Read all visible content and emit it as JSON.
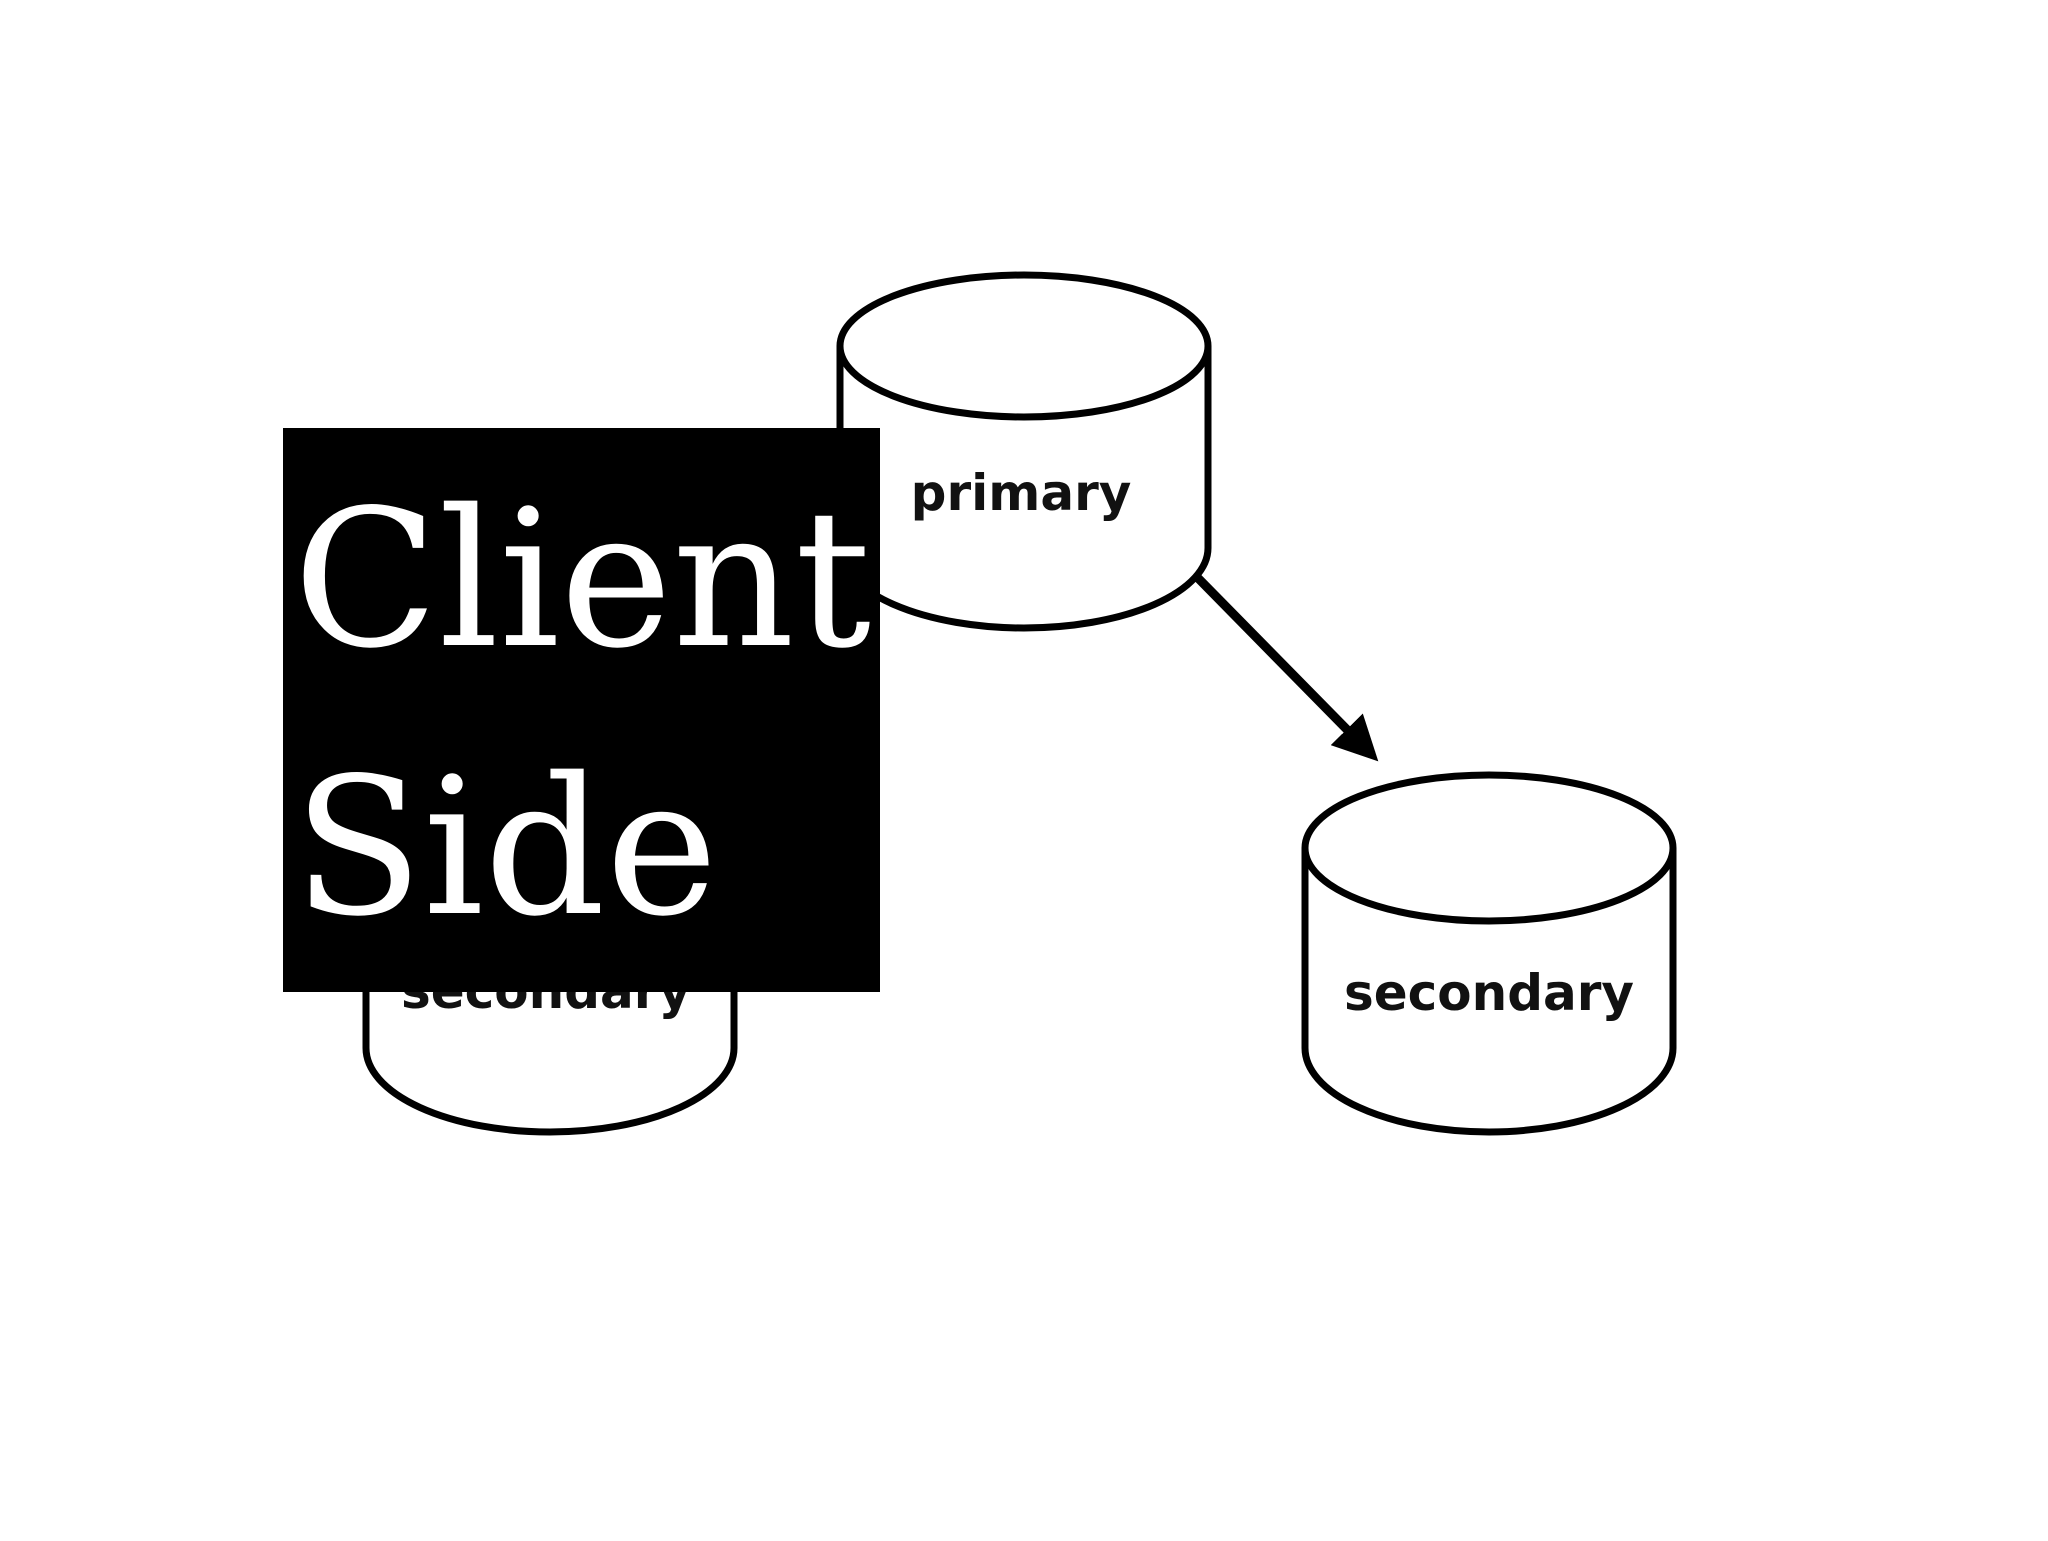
{
  "overlay": {
    "title_line_1": "Client",
    "title_line_2": "Side"
  },
  "databases": {
    "primary": {
      "label": "primary"
    },
    "secondary_left": {
      "label": "secondary"
    },
    "secondary_right": {
      "label": "secondary"
    }
  },
  "colors": {
    "background": "#ffffff",
    "stroke": "#000000",
    "overlay_bg": "#000000",
    "overlay_text": "#ffffff"
  },
  "icons": {
    "database": "database-cylinder-icon",
    "arrow": "replication-arrow-icon"
  }
}
